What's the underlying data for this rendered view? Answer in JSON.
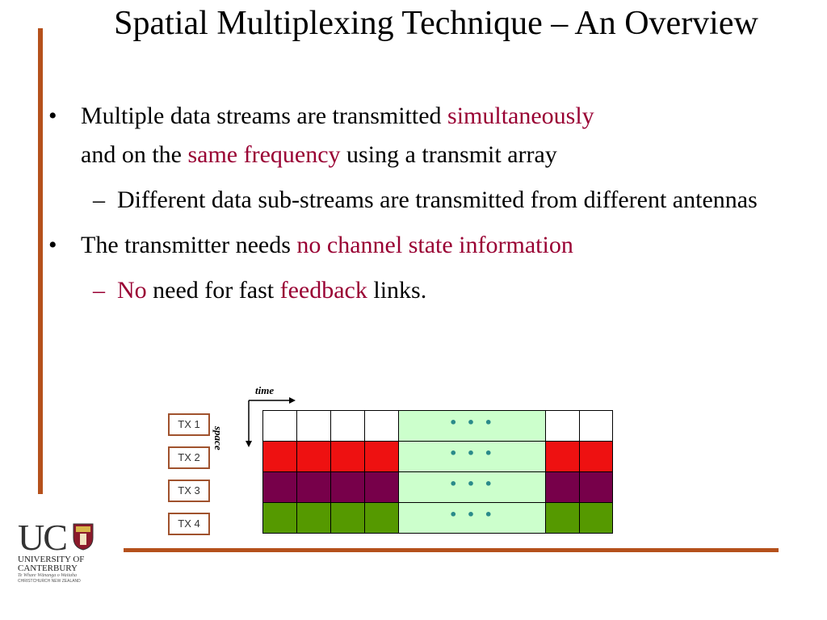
{
  "slide": {
    "title": "Spatial Multiplexing Technique – An Overview",
    "bullets": [
      {
        "level": 1,
        "marker": "•",
        "parts": [
          {
            "text": "Multiple data streams are transmitted ",
            "highlight": false
          },
          {
            "text": "simultaneously",
            "highlight": true
          },
          {
            "text": " and on the ",
            "highlight": false
          },
          {
            "text": "same frequency",
            "highlight": true
          },
          {
            "text": " using a transmit array",
            "highlight": false
          }
        ]
      },
      {
        "level": 2,
        "marker": "–",
        "parts": [
          {
            "text": "Different data sub-streams are transmitted from different antennas",
            "highlight": false
          }
        ]
      },
      {
        "level": 1,
        "marker": "•",
        "parts": [
          {
            "text": "The transmitter needs ",
            "highlight": false
          },
          {
            "text": "no channel state information",
            "highlight": true
          }
        ]
      },
      {
        "level": 2,
        "marker": "–",
        "marker_highlight": true,
        "parts": [
          {
            "text": "No",
            "highlight": true
          },
          {
            "text": " need for fast ",
            "highlight": false
          },
          {
            "text": "feedback",
            "highlight": true
          },
          {
            "text": " links.",
            "highlight": false
          }
        ]
      }
    ],
    "highlight_color": "#990033",
    "accent_color": "#b5511c"
  },
  "diagram": {
    "time_label": "time",
    "space_label": "space",
    "ellipsis": "• • •",
    "rows": [
      {
        "tx": "TX 1",
        "color": "#ffffff"
      },
      {
        "tx": "TX 2",
        "color": "#ee1111"
      },
      {
        "tx": "TX 3",
        "color": "#77004a"
      },
      {
        "tx": "TX 4",
        "color": "#559900"
      }
    ],
    "gap_color": "#ccffcc"
  },
  "logo": {
    "mark": "UC",
    "line1": "UNIVERSITY OF",
    "line2": "CANTERBURY",
    "line3": "Te Whare Wānanga o Waitaha",
    "line4": "CHRISTCHURCH NEW ZEALAND"
  }
}
